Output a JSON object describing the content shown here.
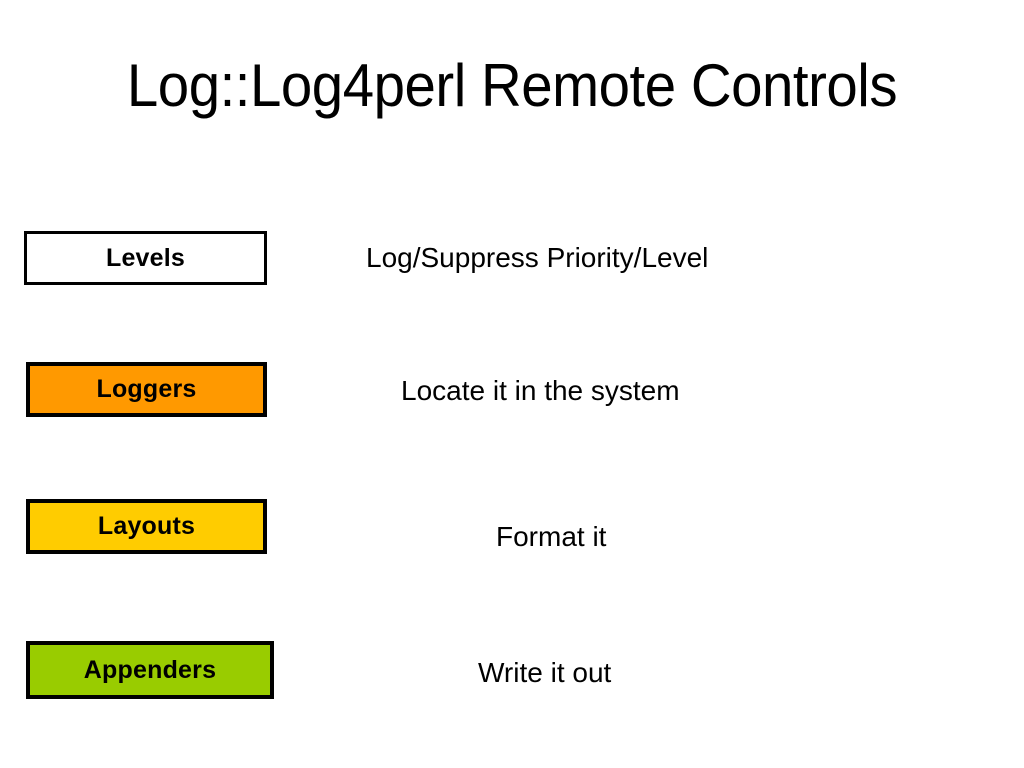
{
  "slide": {
    "title": "Log::Log4perl Remote Controls",
    "background_color": "#FFFFFF",
    "text_color": "#000000",
    "rows": [
      {
        "box_label": "Levels",
        "description": "Log/Suppress Priority/Level",
        "box_fill": "#FFFFFF",
        "box_border": "#000000"
      },
      {
        "box_label": "Loggers",
        "description": "Locate it in the system",
        "box_fill": "#FF9900",
        "box_border": "#000000"
      },
      {
        "box_label": "Layouts",
        "description": "Format it",
        "box_fill": "#FFCC00",
        "box_border": "#000000"
      },
      {
        "box_label": "Appenders",
        "description": "Write it out",
        "box_fill": "#99CC00",
        "box_border": "#000000"
      }
    ]
  }
}
